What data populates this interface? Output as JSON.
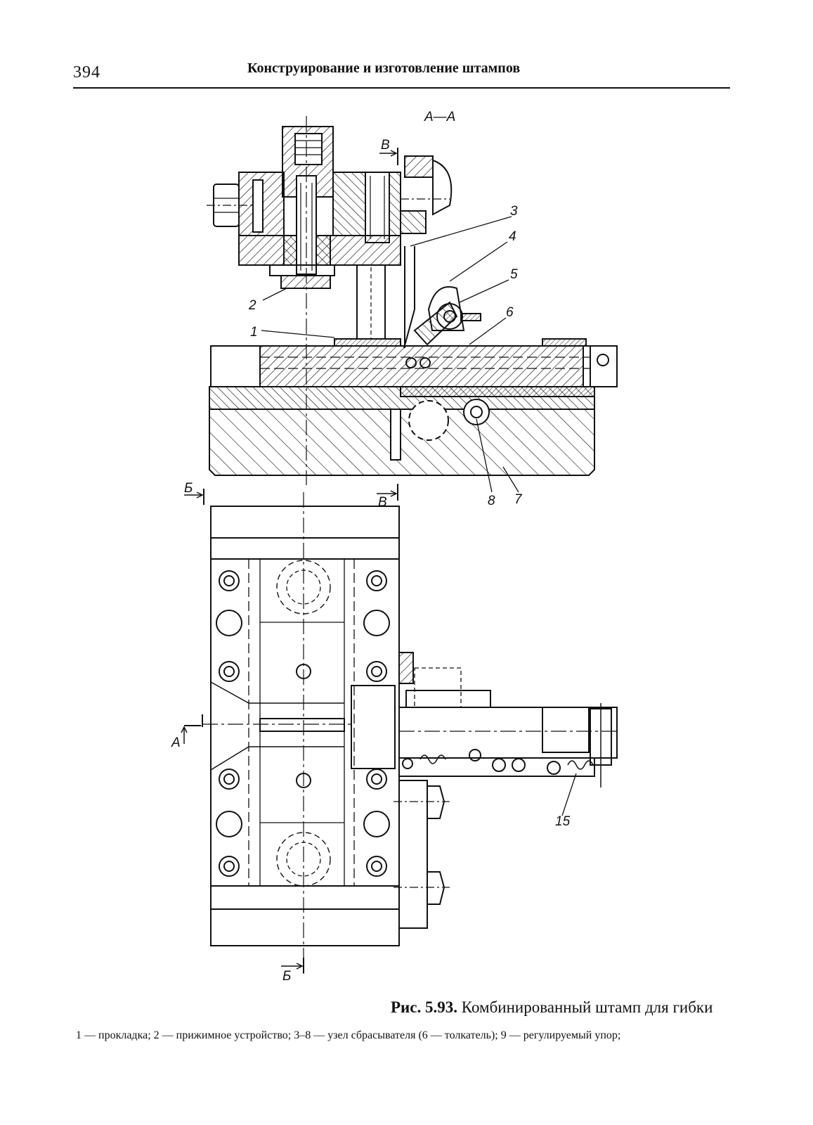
{
  "header": {
    "page_number": "394",
    "running_title": "Конструирование и изготовление штампов"
  },
  "drawing": {
    "section_label": "А—А",
    "cut_labels": {
      "b_top": "Б",
      "b_bottom": "Б",
      "v_top": "В",
      "v_mid": "В",
      "a_left": "А"
    },
    "part_labels": [
      "1",
      "2",
      "3",
      "4",
      "5",
      "6",
      "7",
      "8",
      "15"
    ]
  },
  "caption": {
    "figure_number": "Рис. 5.93.",
    "title": "Комбинированный штамп для гибки",
    "legend": "1 — прокладка; 2 — прижимное устройство; 3–8 — узел сбрасывателя (6 — толкатель); 9 — регулируемый упор;"
  },
  "colors": {
    "ink": "#111111",
    "paper": "#ffffff"
  }
}
